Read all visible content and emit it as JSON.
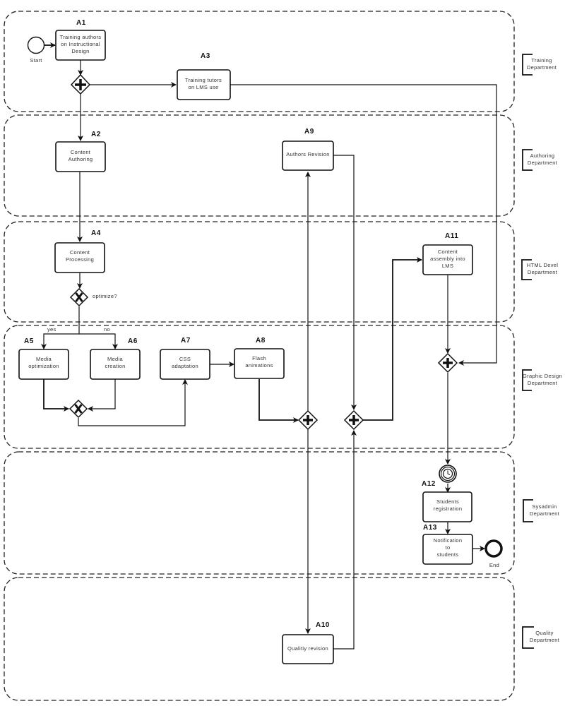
{
  "lanes": [
    {
      "line1": "Training",
      "line2": "Department"
    },
    {
      "line1": "Authoring",
      "line2": "Department"
    },
    {
      "line1": "HTML Devel",
      "line2": "Department"
    },
    {
      "line1": "Graphic Design",
      "line2": "Department"
    },
    {
      "line1": "Sysadmin",
      "line2": "Department"
    },
    {
      "line1": "Quality",
      "line2": "Department"
    }
  ],
  "events": {
    "start": "Start",
    "end": "End"
  },
  "tasks": {
    "A1": {
      "id": "A1",
      "lines": [
        "Training authors",
        "on Instructional",
        "Design"
      ]
    },
    "A2": {
      "id": "A2",
      "lines": [
        "Content",
        "Authoring"
      ]
    },
    "A3": {
      "id": "A3",
      "lines": [
        "Training tutors",
        "on LMS use"
      ]
    },
    "A4": {
      "id": "A4",
      "lines": [
        "Content",
        "Processing"
      ]
    },
    "A5": {
      "id": "A5",
      "lines": [
        "Media",
        "optimization"
      ]
    },
    "A6": {
      "id": "A6",
      "lines": [
        "Media",
        "creation"
      ]
    },
    "A7": {
      "id": "A7",
      "lines": [
        "CSS",
        "adaptation"
      ]
    },
    "A8": {
      "id": "A8",
      "lines": [
        "Flash",
        "animations"
      ]
    },
    "A9": {
      "id": "A9",
      "lines": [
        "Authors Revision"
      ]
    },
    "A10": {
      "id": "A10",
      "lines": [
        "Qualitiy revision"
      ]
    },
    "A11": {
      "id": "A11",
      "lines": [
        "Content",
        "assembly into",
        "LMS"
      ]
    },
    "A12": {
      "id": "A12",
      "lines": [
        "Students",
        "registration"
      ]
    },
    "A13": {
      "id": "A13",
      "lines": [
        "Notification",
        "to",
        "students"
      ]
    }
  },
  "gateways": {
    "optimize_label": "optimize?",
    "yes_label": "yes",
    "no_label": "no"
  }
}
